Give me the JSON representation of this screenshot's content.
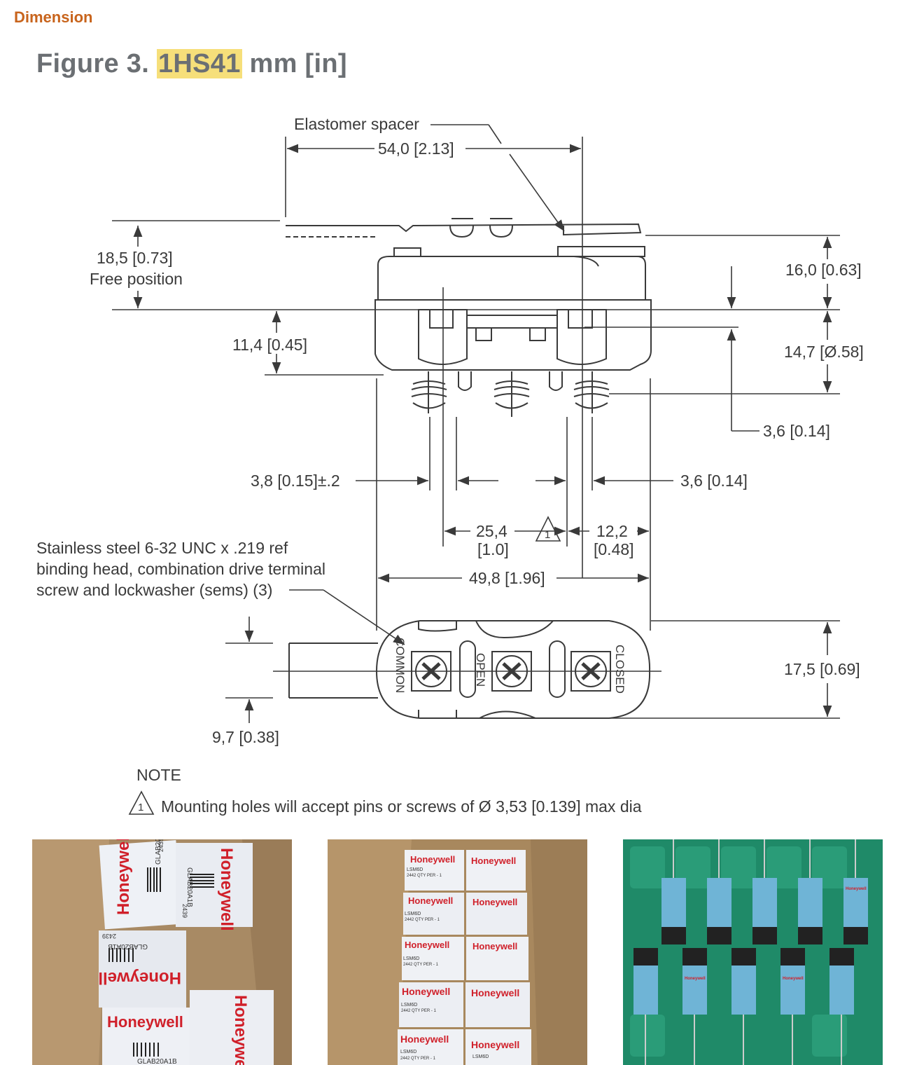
{
  "section": {
    "title": "Dimension"
  },
  "figure": {
    "title_prefix": "Figure 3.",
    "model": "1HS41",
    "title_suffix": "mm [in]"
  },
  "labels": {
    "elastomer_spacer": "Elastomer spacer",
    "dim_overall_width": "54,0 [2.13]",
    "dim_free_position_value": "18,5 [0.73]",
    "dim_free_position_label": "Free position",
    "dim_16": "16,0 [0.63]",
    "dim_11": "11,4 [0.45]",
    "dim_14": "14,7 [Ø.58]",
    "dim_3_6_a": "3,6 [0.14]",
    "dim_3_8": "3,8 [0.15]±.2",
    "dim_3_6_b": "3,6 [0.14]",
    "dim_25_4": "25,4",
    "dim_25_4_in": "[1.0]",
    "note_marker": "1",
    "dim_12_2": "12,2",
    "dim_12_2_in": "[0.48]",
    "screw_line1": "Stainless steel 6-32 UNC x .219 ref",
    "screw_line2": "binding head, combination drive terminal",
    "screw_line3": "screw and lockwasher (sems) (3)",
    "dim_49_8": "49,8 [1.96]",
    "terminal_common": "COMMON",
    "terminal_open": "OPEN",
    "terminal_closed": "CLOSED",
    "dim_17_5": "17,5 [0.69]",
    "dim_9_7": "9,7 [0.38]"
  },
  "note": {
    "heading": "NOTE",
    "marker": "1",
    "text": "Mounting holes will accept pins or screws of Ø 3,53 [0.139] max dia"
  },
  "photos": {
    "photo1": {
      "brand": "Honeywell",
      "code": "GLAB20A1B",
      "lot": "2439"
    },
    "photo2": {
      "brand": "Honeywell",
      "code": "LSM6D",
      "qty": "2442  QTY PER - 1"
    },
    "photo3": {
      "brand": "Honeywell"
    }
  },
  "colors": {
    "accent": "#c8641c",
    "highlight": "#f6df7a",
    "brand_red": "#d0202a",
    "tray_green": "#1f8a68",
    "switch_blue": "#6fb4d6"
  }
}
